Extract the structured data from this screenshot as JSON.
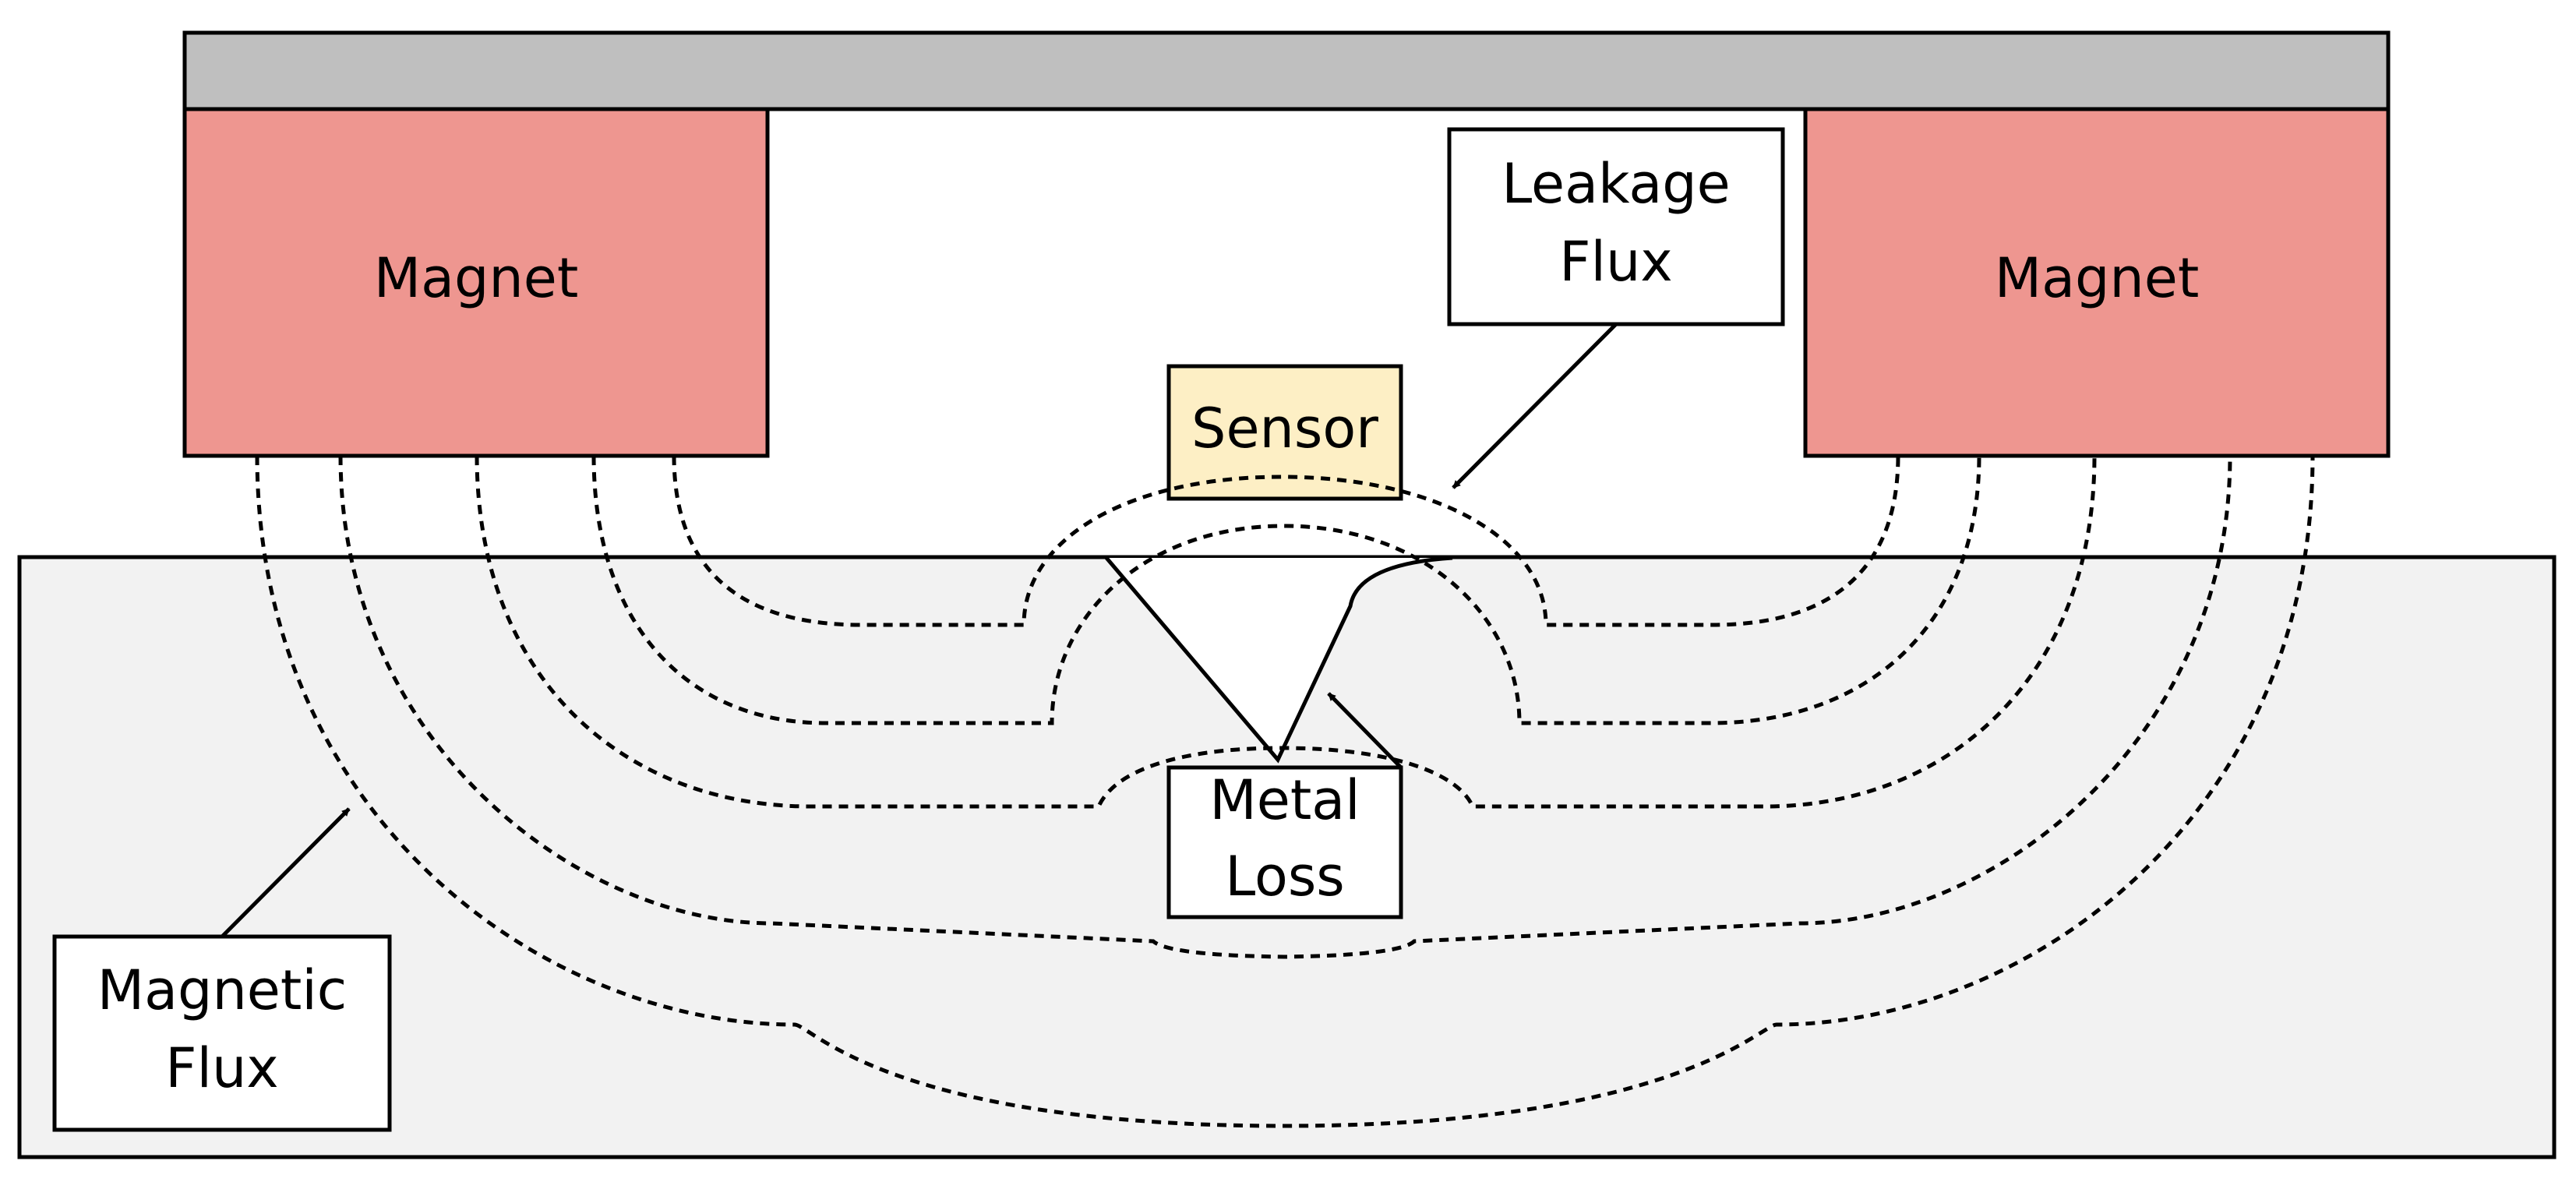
{
  "labels": {
    "magnet_left": "Magnet",
    "magnet_right": "Magnet",
    "sensor": "Sensor",
    "leakage_flux_line1": "Leakage",
    "leakage_flux_line2": "Flux",
    "metal_loss_line1": "Metal",
    "metal_loss_line2": "Loss",
    "magnetic_flux_line1": "Magnetic",
    "magnetic_flux_line2": "Flux"
  },
  "colors": {
    "backing_plate": "#bfbfbf",
    "magnet": "#ee9690",
    "sensor": "#fdefc5",
    "pipe_wall": "#f2f2f2",
    "defect": "#ffffff",
    "label_box": "#ffffff",
    "line": "#000000"
  }
}
